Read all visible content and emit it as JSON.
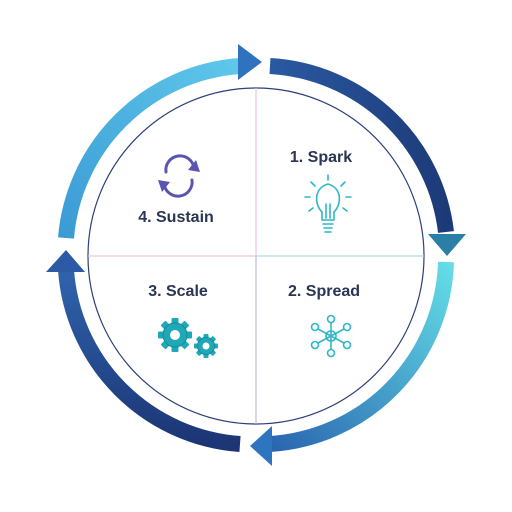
{
  "diagram": {
    "stages": [
      {
        "label": "1. Spark",
        "icon": "lightbulb-icon"
      },
      {
        "label": "2. Spread",
        "icon": "network-icon"
      },
      {
        "label": "3. Scale",
        "icon": "gears-icon"
      },
      {
        "label": "4. Sustain",
        "icon": "refresh-icon"
      }
    ],
    "colors": {
      "ring_dark": "#1f3f7f",
      "ring_light": "#5ad3e0",
      "ring_mid": "#2b6fb8",
      "divider_pink": "#e6b7d8",
      "divider_teal": "#9fd6dc",
      "icon_teal": "#2fb7c6",
      "icon_purple": "#5a55b0",
      "text": "#2a3553"
    }
  }
}
